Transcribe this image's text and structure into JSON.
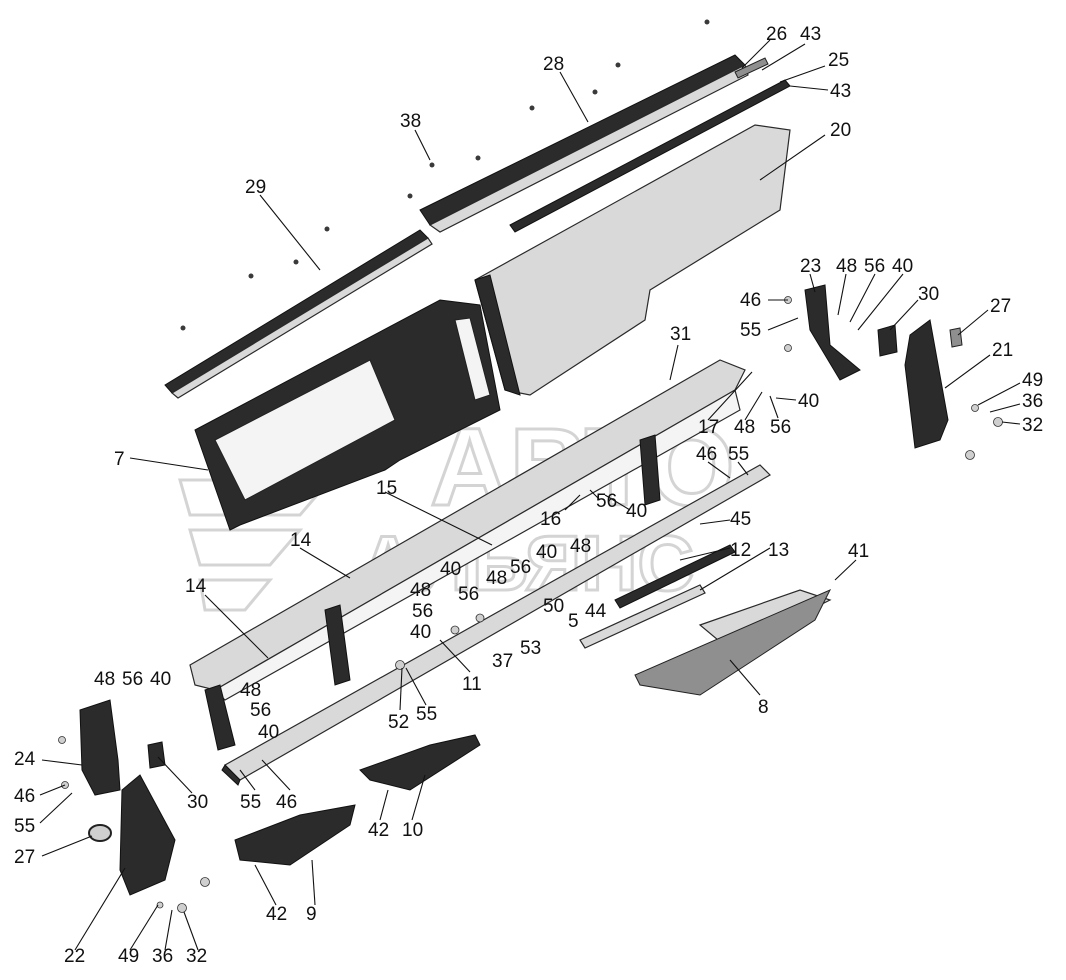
{
  "watermark": {
    "line1": "АВТО",
    "line2": "АЛЬЯНС"
  },
  "colors": {
    "dark_panel": "#2b2b2b",
    "light_panel": "#d9d9d9",
    "leader": "#111111",
    "watermark": "#b8b8b8"
  },
  "callouts": [
    {
      "id": "c26",
      "label": "26"
    },
    {
      "id": "c43a",
      "label": "43"
    },
    {
      "id": "c25",
      "label": "25"
    },
    {
      "id": "c43b",
      "label": "43"
    },
    {
      "id": "c28",
      "label": "28"
    },
    {
      "id": "c38",
      "label": "38"
    },
    {
      "id": "c20",
      "label": "20"
    },
    {
      "id": "c29",
      "label": "29"
    },
    {
      "id": "c23",
      "label": "23"
    },
    {
      "id": "c48a",
      "label": "48"
    },
    {
      "id": "c56a",
      "label": "56"
    },
    {
      "id": "c40a",
      "label": "40"
    },
    {
      "id": "c30a",
      "label": "30"
    },
    {
      "id": "c46a",
      "label": "46"
    },
    {
      "id": "c55a",
      "label": "55"
    },
    {
      "id": "c27a",
      "label": "27"
    },
    {
      "id": "c21",
      "label": "21"
    },
    {
      "id": "c31",
      "label": "31"
    },
    {
      "id": "c49a",
      "label": "49"
    },
    {
      "id": "c36a",
      "label": "36"
    },
    {
      "id": "c32a",
      "label": "32"
    },
    {
      "id": "c40b",
      "label": "40"
    },
    {
      "id": "c17",
      "label": "17"
    },
    {
      "id": "c48b",
      "label": "48"
    },
    {
      "id": "c56b",
      "label": "56"
    },
    {
      "id": "c7",
      "label": "7"
    },
    {
      "id": "c46b",
      "label": "46"
    },
    {
      "id": "c55b",
      "label": "55"
    },
    {
      "id": "c15",
      "label": "15"
    },
    {
      "id": "c16",
      "label": "16"
    },
    {
      "id": "c56c",
      "label": "56"
    },
    {
      "id": "c40c",
      "label": "40"
    },
    {
      "id": "c45",
      "label": "45"
    },
    {
      "id": "c14a",
      "label": "14"
    },
    {
      "id": "c48c",
      "label": "48"
    },
    {
      "id": "c12",
      "label": "12"
    },
    {
      "id": "c13",
      "label": "13"
    },
    {
      "id": "c41",
      "label": "41"
    },
    {
      "id": "c40d",
      "label": "40"
    },
    {
      "id": "c56d",
      "label": "56"
    },
    {
      "id": "c40e",
      "label": "40"
    },
    {
      "id": "c48d",
      "label": "48"
    },
    {
      "id": "c56e",
      "label": "56"
    },
    {
      "id": "c48e",
      "label": "48"
    },
    {
      "id": "c14b",
      "label": "14"
    },
    {
      "id": "c56f",
      "label": "56"
    },
    {
      "id": "c40f",
      "label": "40"
    },
    {
      "id": "c50",
      "label": "50"
    },
    {
      "id": "c5",
      "label": "5"
    },
    {
      "id": "c44",
      "label": "44"
    },
    {
      "id": "c53",
      "label": "53"
    },
    {
      "id": "c37",
      "label": "37"
    },
    {
      "id": "c11",
      "label": "11"
    },
    {
      "id": "c48f",
      "label": "48"
    },
    {
      "id": "c56g",
      "label": "56"
    },
    {
      "id": "c40g",
      "label": "40"
    },
    {
      "id": "c52",
      "label": "52"
    },
    {
      "id": "c55c",
      "label": "55"
    },
    {
      "id": "c8",
      "label": "8"
    },
    {
      "id": "c48g",
      "label": "48"
    },
    {
      "id": "c56h",
      "label": "56"
    },
    {
      "id": "c40h",
      "label": "40"
    },
    {
      "id": "c24",
      "label": "24"
    },
    {
      "id": "c46c",
      "label": "46"
    },
    {
      "id": "c55d",
      "label": "55"
    },
    {
      "id": "c30b",
      "label": "30"
    },
    {
      "id": "c55e",
      "label": "55"
    },
    {
      "id": "c46d",
      "label": "46"
    },
    {
      "id": "c42a",
      "label": "42"
    },
    {
      "id": "c10",
      "label": "10"
    },
    {
      "id": "c27b",
      "label": "27"
    },
    {
      "id": "c42b",
      "label": "42"
    },
    {
      "id": "c9",
      "label": "9"
    },
    {
      "id": "c22",
      "label": "22"
    },
    {
      "id": "c49b",
      "label": "49"
    },
    {
      "id": "c36b",
      "label": "36"
    },
    {
      "id": "c32b",
      "label": "32"
    }
  ]
}
